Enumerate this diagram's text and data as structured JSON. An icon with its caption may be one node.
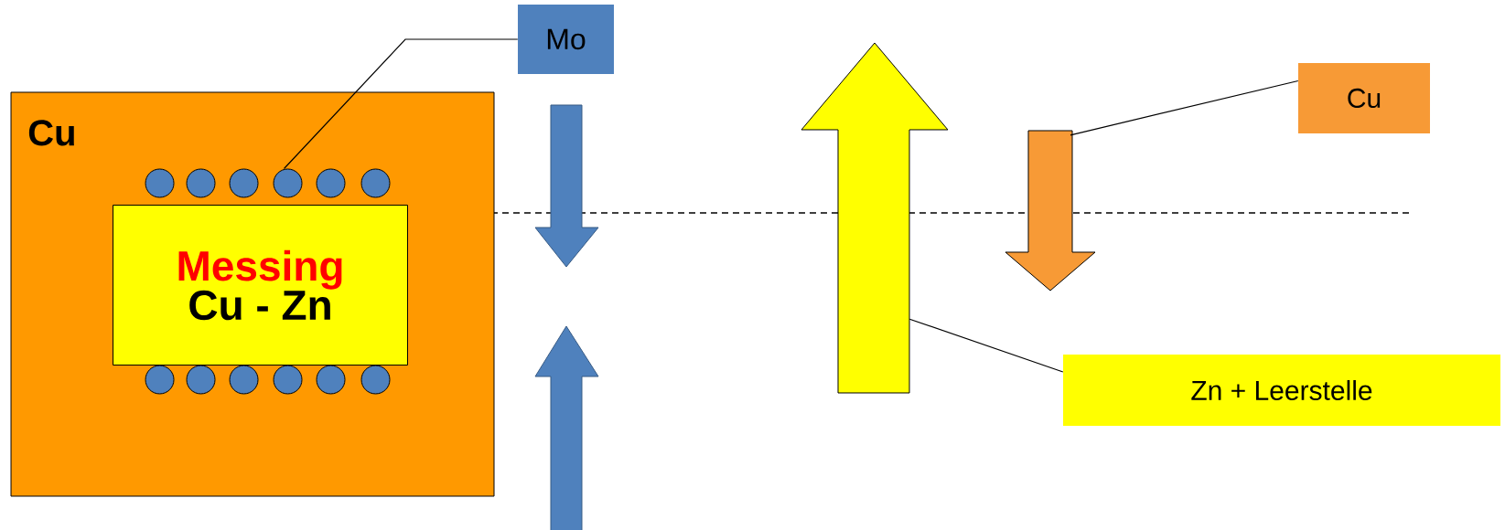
{
  "diagram": {
    "nodes": [
      {
        "text": [
          "Cu"
        ]
      },
      {
        "text": [
          "Messing",
          "Cu - Zn"
        ],
        "in": 0
      },
      {
        "text": [],
        "shape": "circle",
        "in": 0
      },
      {
        "text": [],
        "shape": "circle",
        "in": 0
      },
      {
        "text": [],
        "shape": "circle",
        "in": 0
      },
      {
        "text": [],
        "shape": "circle",
        "in": 0
      },
      {
        "text": [],
        "shape": "circle",
        "in": 0
      },
      {
        "text": [],
        "shape": "circle",
        "in": 0
      },
      {
        "text": [],
        "shape": "circle",
        "in": 0
      },
      {
        "text": [],
        "shape": "circle",
        "in": 0
      },
      {
        "text": [],
        "shape": "circle",
        "in": 0
      },
      {
        "text": [],
        "shape": "circle",
        "in": 0
      },
      {
        "text": [],
        "shape": "circle",
        "in": 0
      },
      {
        "text": [],
        "shape": "circle",
        "in": 0
      },
      {
        "text": [
          "Mo"
        ]
      },
      {
        "text": [],
        "shape": "arrow"
      },
      {
        "text": [],
        "shape": "arrow"
      },
      {
        "text": [
          "Cu"
        ]
      },
      {
        "text": [
          "Zn + Leerstelle"
        ]
      }
    ],
    "edges": [
      {
        "from": 14,
        "to": 5,
        "arrow": "none"
      },
      {
        "from": 17,
        "to": 16,
        "arrow": "none"
      },
      {
        "from": 18,
        "to": 15,
        "arrow": "none"
      }
    ]
  }
}
